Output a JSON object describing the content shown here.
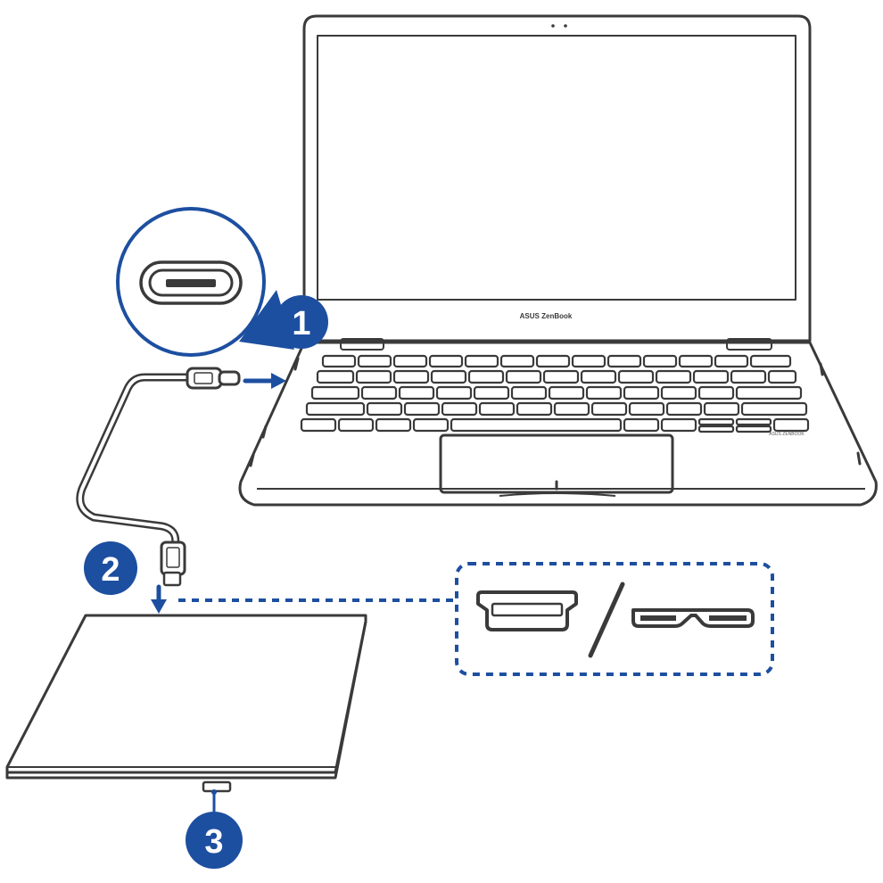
{
  "laptop": {
    "brand_text": "ASUS ZenBook",
    "corner_text": "ASUS ZENBOOK"
  },
  "steps": [
    {
      "label": "1"
    },
    {
      "label": "2"
    },
    {
      "label": "3"
    }
  ],
  "colors": {
    "accent": "#1d4fa0",
    "line": "#3a3a3a",
    "background": "#ffffff"
  },
  "icons": [
    "laptop-icon",
    "usb-c-port-icon",
    "usb-c-plug-icon",
    "usb-cable-icon",
    "optical-drive-icon",
    "micro-usb-port-icon",
    "usb3-micro-b-port-icon",
    "eject-button-icon"
  ]
}
